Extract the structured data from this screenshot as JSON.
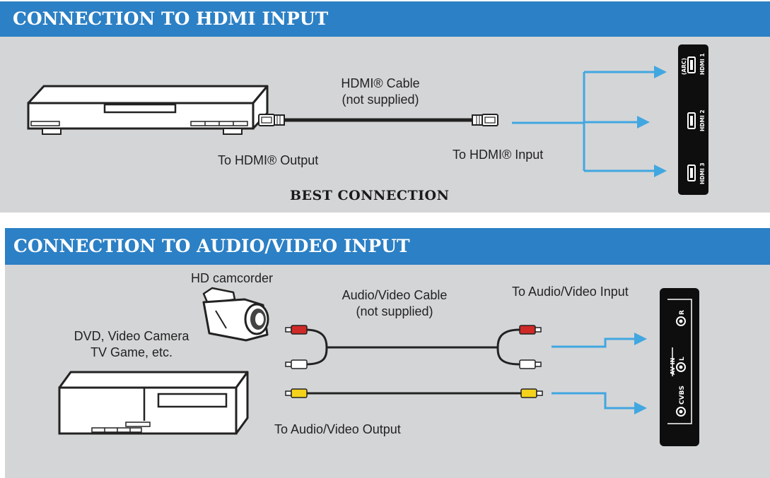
{
  "colors": {
    "band": "#2c80c5",
    "panel": "#d4d5d7",
    "arrow": "#41a7e0",
    "rca_red": "#cf2a27",
    "rca_white": "#ffffff",
    "rca_yellow": "#f4d21b"
  },
  "hdmi_section": {
    "title": "CONNECTION TO HDMI INPUT",
    "cable_line1": "HDMI® Cable",
    "cable_line2": "(not supplied)",
    "output_label": "To HDMI® Output",
    "input_label": "To HDMI® Input",
    "best": "BEST CONNECTION",
    "tv_ports": {
      "p1_top": "(ARC)",
      "p1": "HDMI 1",
      "p2": "HDMI 2",
      "p3": "HDMI 3"
    }
  },
  "av_section": {
    "title": "CONNECTION TO AUDIO/VIDEO INPUT",
    "camcorder_label": "HD camcorder",
    "source_line1": "DVD, Video Camera",
    "source_line2": "TV Game, etc.",
    "cable_line1": "Audio/Video Cable",
    "cable_line2": "(not supplied)",
    "input_label": "To Audio/Video Input",
    "output_label": "To Audio/Video Output",
    "tv_ports": {
      "group": "AV IN",
      "r": "R",
      "l": "L",
      "cvbs": "CVBS"
    }
  }
}
